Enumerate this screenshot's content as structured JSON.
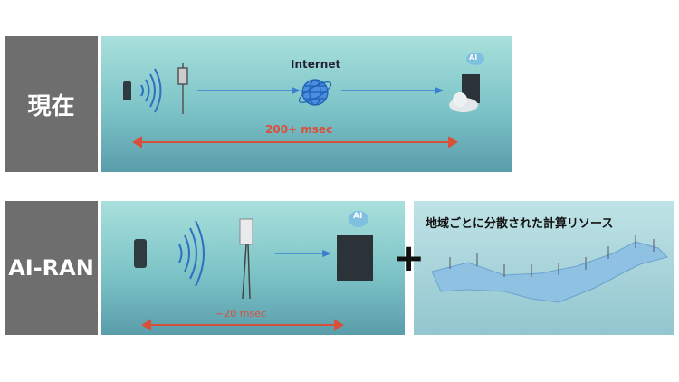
{
  "rows": [
    {
      "label": "現在",
      "internet_label": "Internet",
      "latency": "200+ msec",
      "ai_badge": "AI"
    },
    {
      "label": "AI-RAN",
      "latency": "~20 msec",
      "ai_badge": "AI"
    }
  ],
  "plus": "+",
  "resources_title": "地域ごとに分散された計算リソース",
  "colors": {
    "arrow_blue": "#3b7fd0",
    "latency_red": "#d9503a",
    "label_gray": "#6e6e6e"
  }
}
